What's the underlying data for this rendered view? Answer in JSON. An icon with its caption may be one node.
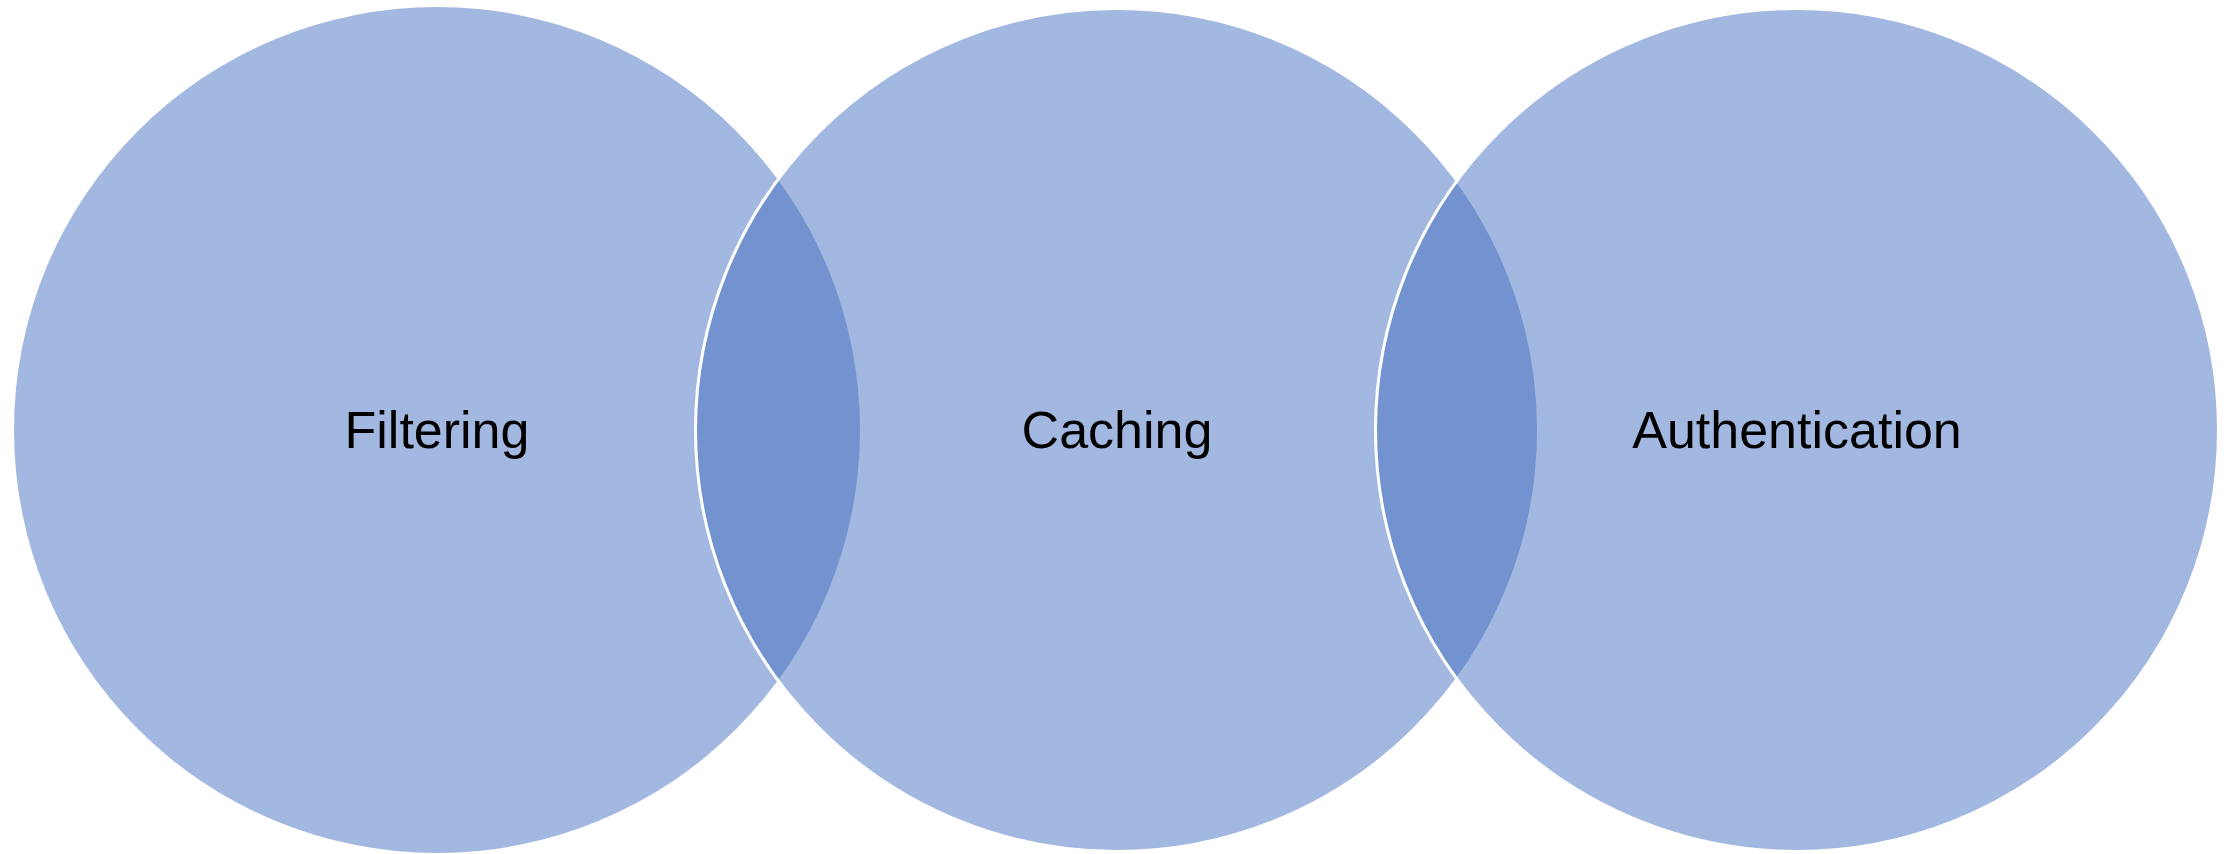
{
  "diagram": {
    "nodes": [
      {
        "text": [
          "Filtering"
        ]
      },
      {
        "text": [
          "Caching"
        ]
      },
      {
        "text": [
          "Authentication"
        ]
      }
    ]
  }
}
